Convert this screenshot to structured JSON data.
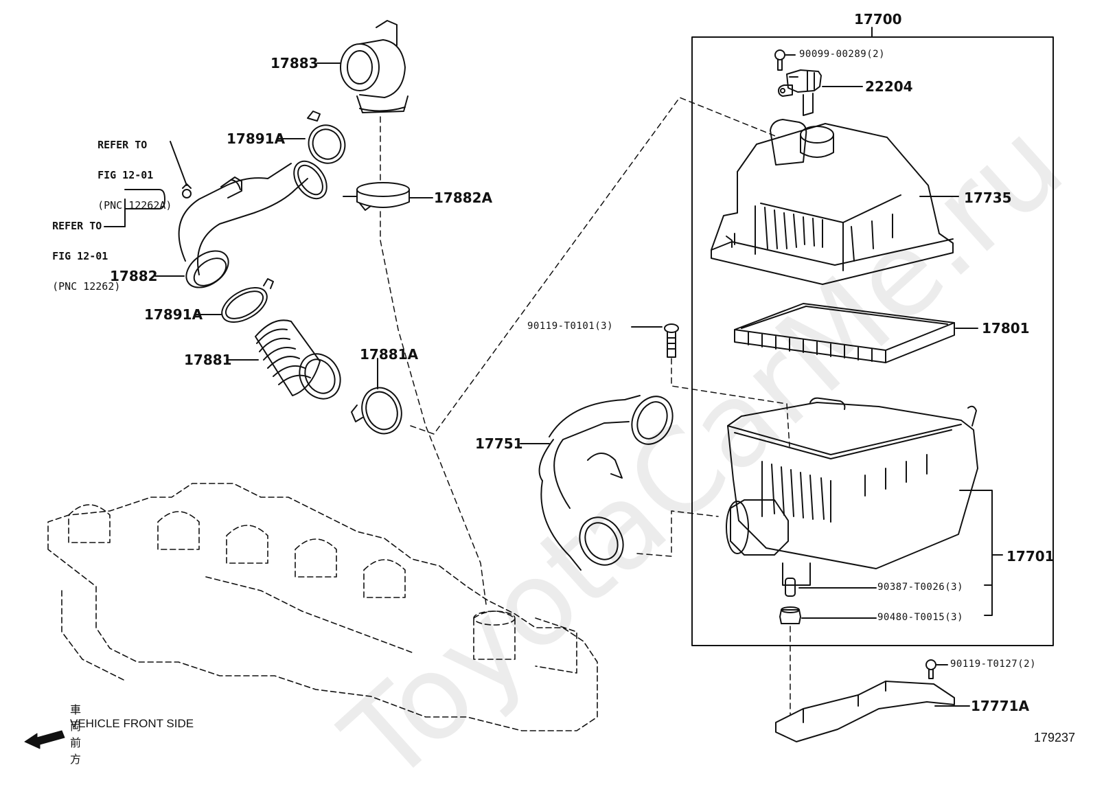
{
  "watermark": "ToyotaCarMe.ru",
  "figure_number": "179237",
  "direction": {
    "japanese": "車両前方",
    "english": "VEHICLE FRONT SIDE",
    "icon": "arrow-left-icon"
  },
  "references": {
    "ref_a": {
      "line1": "REFER TO",
      "line2": "FIG 12-01",
      "line3": "(PNC 12262A)"
    },
    "ref_b": {
      "line1": "REFER TO",
      "line2": "FIG 12-01",
      "line3": "(PNC 12262)"
    }
  },
  "parts": {
    "p17700": "17700",
    "p17883": "17883",
    "p17891a_top": "17891A",
    "p17882a": "17882A",
    "p17882": "17882",
    "p17891a_bottom": "17891A",
    "p17881": "17881",
    "p17881a": "17881A",
    "p90099": "90099-00289(2)",
    "p22204": "22204",
    "p17735": "17735",
    "p90119_t0101": "90119-T0101(3)",
    "p17801": "17801",
    "p17751": "17751",
    "p17701": "17701",
    "p90387": "90387-T0026(3)",
    "p90480": "90480-T0015(3)",
    "p90119_t0127": "90119-T0127(2)",
    "p17771a": "17771A"
  }
}
